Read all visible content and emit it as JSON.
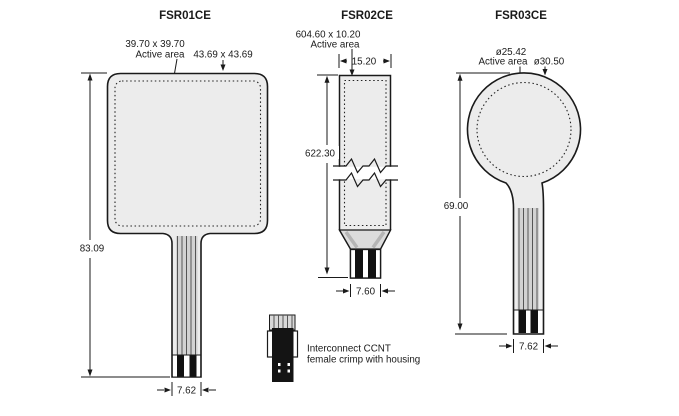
{
  "colors": {
    "background": "#ffffff",
    "line": "#1a1a1a",
    "sensor_body_fill": "#ececec",
    "tail_stripe_fill": "#d2d2d2",
    "contact_black": "#111111",
    "trapezoid_fill": "#dcdcdc"
  },
  "fsr01": {
    "title": "FSR01CE",
    "active_area_dim": "39.70 x 39.70",
    "active_area_label": "Active area",
    "outer_dim": "43.69 x 43.69",
    "height_dim": "83.09",
    "tail_width_dim": "7.62"
  },
  "fsr02": {
    "title": "FSR02CE",
    "active_area_dim": "604.60 x 10.20",
    "active_area_label": "Active area",
    "width_dim": "15.20",
    "height_dim": "622.30",
    "tail_width_dim": "7.60"
  },
  "fsr03": {
    "title": "FSR03CE",
    "active_area_dim": "ø25.42",
    "active_area_label": "Active area",
    "outer_dim": "ø30.50",
    "height_dim": "69.00",
    "tail_width_dim": "7.62"
  },
  "interconnect": {
    "note_line1": "Interconnect CCNT",
    "note_line2": "female crimp with housing"
  }
}
